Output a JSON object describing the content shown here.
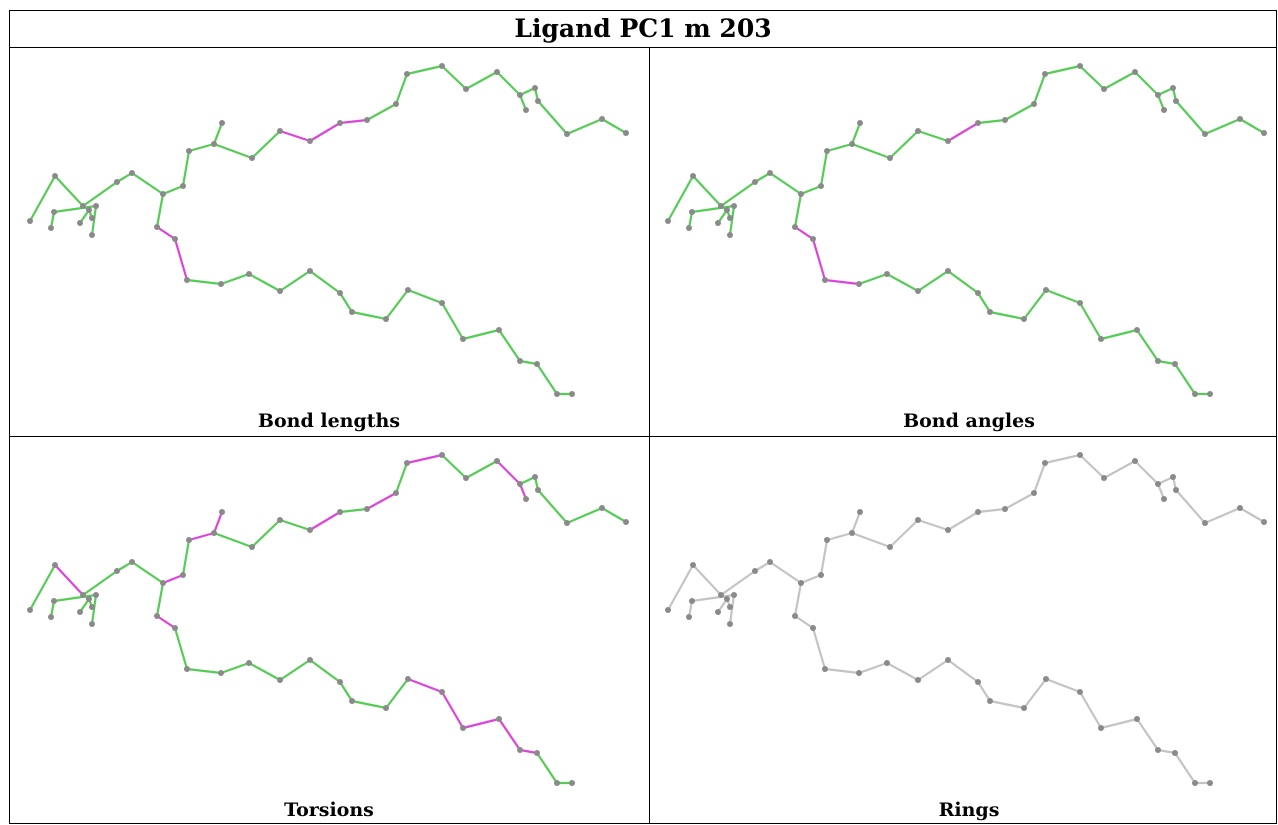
{
  "title": "Ligand PC1 m 203",
  "panels": [
    {
      "caption": "Bond lengths",
      "highlighted_bonds": [
        [
          19,
          20
        ],
        [
          20,
          21
        ],
        [
          21,
          22
        ],
        [
          14,
          30
        ],
        [
          30,
          31
        ]
      ]
    },
    {
      "caption": "Bond angles",
      "highlighted_bonds": [
        [
          20,
          21
        ],
        [
          21,
          23
        ],
        [
          14,
          30
        ],
        [
          30,
          31
        ],
        [
          31,
          32
        ]
      ]
    },
    {
      "caption": "Torsions",
      "highlighted_bonds": [
        [
          15,
          16
        ],
        [
          16,
          17
        ],
        [
          20,
          21
        ],
        [
          22,
          23
        ],
        [
          24,
          25
        ],
        [
          27,
          28
        ],
        [
          28,
          29
        ],
        [
          2,
          3
        ],
        [
          2,
          13
        ],
        [
          12,
          13
        ],
        [
          14,
          30
        ],
        [
          39,
          40
        ],
        [
          40,
          41
        ],
        [
          41,
          42
        ],
        [
          42,
          43
        ],
        [
          43,
          44
        ]
      ]
    },
    {
      "caption": "Rings",
      "highlighted_bonds": []
    }
  ],
  "colors": {
    "normal": "#55cc55",
    "highlight": "#dd44dd",
    "neutral": "#c4c4c4",
    "atom": "#8a8a8a"
  }
}
